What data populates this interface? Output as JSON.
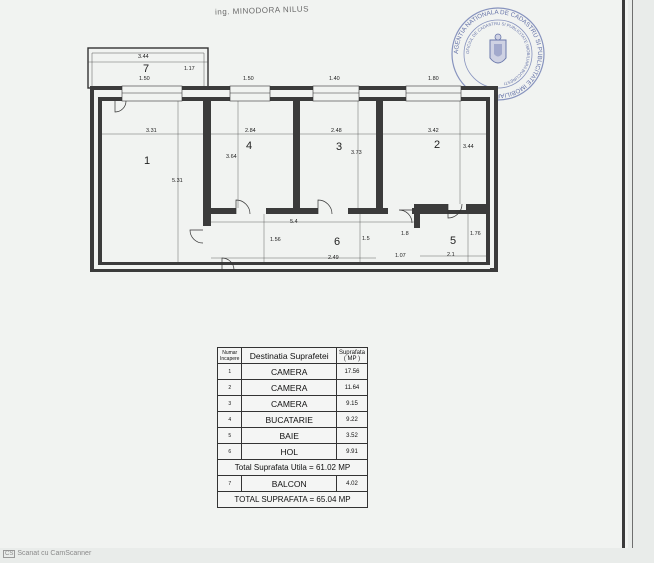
{
  "header_text": "ing. MINODORA NILUS",
  "stamp": {
    "outer_text": "AGENTIA NATIONALA DE CADASTRU SI PUBLICITATE IMOBILIARA",
    "inner_text": "OFICIUL DE CADASTRU SI PUBLICITATE IMOBILIARA BUCURESTI"
  },
  "rooms": [
    {
      "nr": "1",
      "label": "1"
    },
    {
      "nr": "2",
      "label": "2"
    },
    {
      "nr": "3",
      "label": "3"
    },
    {
      "nr": "4",
      "label": "4"
    },
    {
      "nr": "5",
      "label": "5"
    },
    {
      "nr": "6",
      "label": "6"
    },
    {
      "nr": "7",
      "label": "7"
    }
  ],
  "dimensions": {
    "balcony_width": "3.44",
    "balcony_depth": "1.17",
    "room1_width": "3.31",
    "room1_height": "5.31",
    "room4_width": "2.84",
    "room4_height": "3.64",
    "room3_width": "2.48",
    "room3_height": "3.73",
    "room2_width": "3.42",
    "room2_height": "3.44",
    "hall_width": "5.4",
    "hall_left": "1.56",
    "hall_mid": "1.5",
    "hall_bottom": "2.49",
    "hall_right": "1.07",
    "hall_small": "1.8",
    "bath_width": "2.1",
    "bath_height": "1.76",
    "win1": "1.50",
    "win2": "1.40",
    "win3": "1.80",
    "win0": "1.50"
  },
  "legend": {
    "col_nr": "Numar Incapere",
    "col_dest": "Destinatia Suprafetei",
    "col_area": "Suprafata ( MP )",
    "rows": [
      {
        "nr": "1",
        "name": "CAMERA",
        "area": "17.56"
      },
      {
        "nr": "2",
        "name": "CAMERA",
        "area": "11.64"
      },
      {
        "nr": "3",
        "name": "CAMERA",
        "area": "9.15"
      },
      {
        "nr": "4",
        "name": "BUCATARIE",
        "area": "9.22"
      },
      {
        "nr": "5",
        "name": "BAIE",
        "area": "3.52"
      },
      {
        "nr": "6",
        "name": "HOL",
        "area": "9.91"
      }
    ],
    "total_util": "Total Suprafata Utila = 61.02 MP",
    "balcony": {
      "nr": "7",
      "name": "BALCON",
      "area": "4.02"
    },
    "total": "TOTAL SUPRAFATA = 65.04 MP"
  },
  "footer": {
    "badge": "CS",
    "text": "Scanat cu CamScanner"
  }
}
